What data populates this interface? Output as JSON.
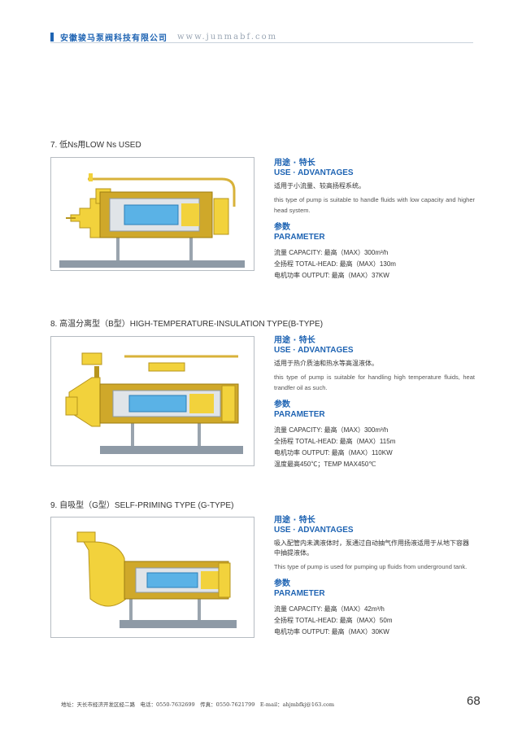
{
  "header": {
    "company": "安徽骏马泵阀科技有限公司",
    "url": "www.junmabf.com"
  },
  "sections": [
    {
      "title": "7. 低Ns用LOW Ns USED",
      "use_cn": "用途 · 特长",
      "use_en": "USE · ADVANTAGES",
      "desc_cn": "适用于小流量、较高扬程系统。",
      "desc_en": "this type of pump is suitable to handle fluids with low capacity and higher head system.",
      "param_cn": "参数",
      "param_en": "PARAMETER",
      "params": [
        "流量 CAPACITY: 最高（MAX）300m³/h",
        "全扬程 TOTAL-HEAD: 最高（MAX）130m",
        "电机功率 OUTPUT: 最高（MAX）37KW"
      ]
    },
    {
      "title": "8. 高温分离型（B型）HIGH-TEMPERATURE-INSULATION TYPE(B-TYPE)",
      "use_cn": "用途 · 特长",
      "use_en": "USE · ADVANTAGES",
      "desc_cn": "适用于热介质油和热水等高温液体。",
      "desc_en": "this type of pump is suitable for handling high temperature fluids, heat trandfer oil as such.",
      "param_cn": "参数",
      "param_en": "PARAMETER",
      "params": [
        "流量 CAPACITY: 最高（MAX）300m³/h",
        "全扬程 TOTAL-HEAD: 最高（MAX）115m",
        "电机功率 OUTPUT: 最高（MAX）110KW",
        "温度最高450℃；TEMP MAX450℃"
      ]
    },
    {
      "title": "9. 自吸型（G型）SELF-PRIMING TYPE (G-TYPE)",
      "use_cn": "用途 · 特长",
      "use_en": "USE · ADVANTAGES",
      "desc_cn": "吸入配管内未满液体时，泵通过自动抽气作用扬液适用于从地下容器中抽提液体。",
      "desc_en": "This type of pump is used for pumping up fluids from underground tank.",
      "param_cn": "参数",
      "param_en": "PARAMETER",
      "params": [
        "流量 CAPACITY: 最高（MAX）42m³/h",
        "全扬程 TOTAL-HEAD: 最高（MAX）50m",
        "电机功率 OUTPUT: 最高（MAX）30KW"
      ]
    }
  ],
  "footer": {
    "address": "地址：天长市经济开发区经二路　电话：0550-7632699　传真：0550-7621799　E-mail：ahjmbfkj@163.com",
    "page": "68"
  },
  "colors": {
    "accent": "#1f64b3",
    "pump_yellow": "#f2d23c",
    "rotor_blue": "#5ab2e6",
    "base_gray": "#8e9aa6"
  }
}
